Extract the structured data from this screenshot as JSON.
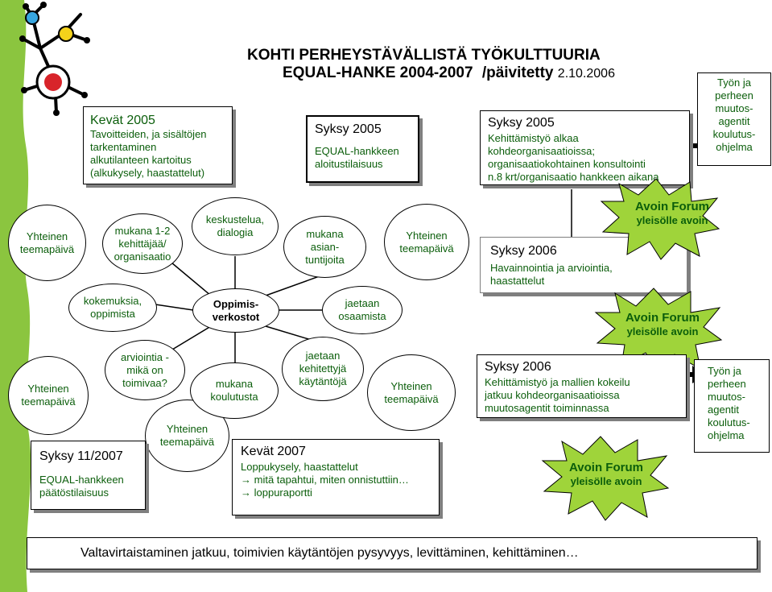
{
  "header": {
    "title_line1": "KOHTI PERHEYSTÄVÄLLISTÄ TYÖKULTTUURIA",
    "title_line2": "EQUAL-HANKE 2004-2007",
    "updated_label": "/päivitetty",
    "updated_date": "2.10.2006"
  },
  "boxes": {
    "spring2005": {
      "title": "Kevät 2005",
      "lines": [
        "Tavoitteiden, ja sisältöjen",
        "tarkentaminen",
        "alkutilanteen kartoitus",
        "(alkukysely, haastattelut)"
      ]
    },
    "autumn2005_start": {
      "title": "Syksy 2005",
      "lines": [
        "EQUAL-hankkeen",
        "aloitustilaisuus"
      ]
    },
    "autumn2005_dev": {
      "title": "Syksy 2005",
      "lines": [
        "Kehittämistyö alkaa",
        "kohdeorganisaatioissa;",
        "organisaatiokohtainen konsultointi",
        "n.8 krt/organisaatio hankkeen aikana"
      ]
    },
    "autumn2006_obs": {
      "title": "Syksy 2006",
      "lines": [
        "Havainnointia ja arviointia,",
        "haastattelut"
      ]
    },
    "autumn2006_dev": {
      "title": "Syksy 2006",
      "lines": [
        "Kehittämistyö ja mallien kokeilu",
        "jatkuu kohdeorganisaatioissa",
        "muutosagentit toiminnassa"
      ]
    },
    "autumn2007_end": {
      "title": "Syksy 11/2007",
      "lines": [
        "EQUAL-hankkeen",
        "päätöstilaisuus"
      ]
    },
    "spring2007": {
      "title": "Kevät 2007",
      "lines": [
        "Loppukysely, haastattelut",
        "mitä tapahtui, miten onnistuttiin…",
        "loppuraportti"
      ]
    },
    "bottom_banner": "Valtavirtaistaminen jatkuu, toimivien käytäntöjen pysyvyys, levittäminen, kehittäminen…"
  },
  "notes": {
    "training_top": [
      "Työn ja",
      "perheen",
      "muutos-",
      "agentit",
      "koulutus-",
      "ohjelma"
    ],
    "training_bottom": [
      "Työn ja",
      "perheen",
      "muutos-",
      "agentit",
      "koulutus-",
      "ohjelma"
    ]
  },
  "forum": {
    "title": "Avoin Forum",
    "subtitle": "yleisölle avoin"
  },
  "ellipses": {
    "theme_day": "Yhteinen teemapäivä",
    "center": "Oppimis- verkostot",
    "participants": "mukana 1-2 kehittäjää/ organisaatio",
    "discussion": "keskustelua, dialogia",
    "experts": "mukana asian- tuntijoita",
    "experiences": "kokemuksia, oppimista",
    "sharing": "jaetaan osaamista",
    "evaluation": "arviointia - mikä on toimivaa?",
    "training": "mukana koulutusta",
    "practices": "jaetaan kehitettyjä käytäntöjä"
  },
  "colors": {
    "accent_green": "#8bc53f",
    "text_green": "#0b5e0b",
    "burst_fill": "#9fd43a",
    "shadow": "#7f7f7f"
  }
}
